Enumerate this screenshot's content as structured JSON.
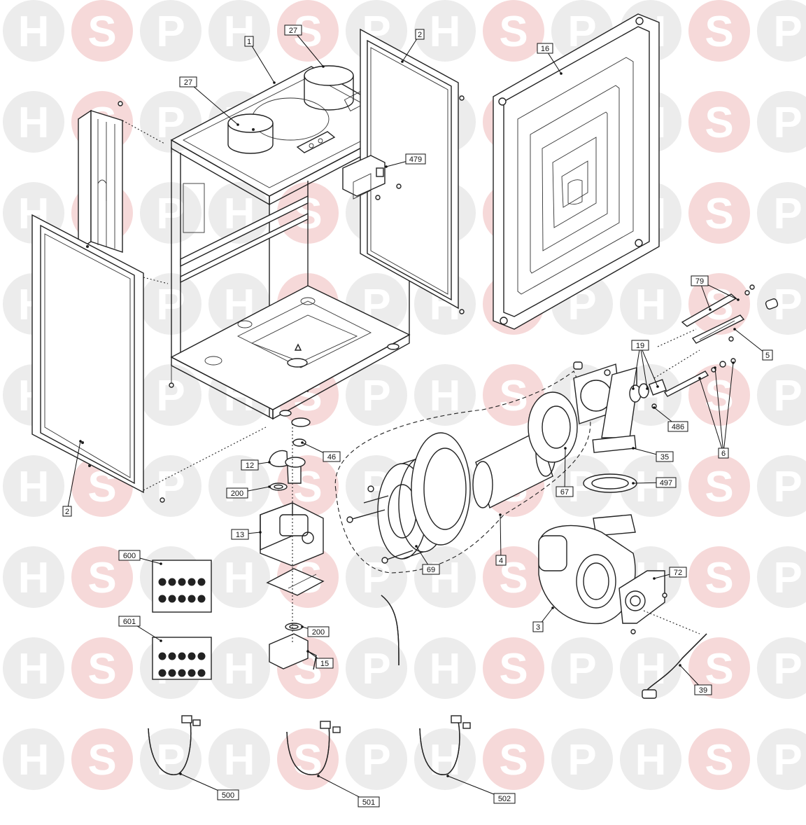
{
  "watermark": {
    "letters": [
      "H",
      "S",
      "P"
    ]
  },
  "colors": {
    "watermark_grey": "#ececec",
    "watermark_red": "#f6d9d9",
    "line": "#222222"
  },
  "callouts": [
    {
      "id": "c1",
      "text": "1"
    },
    {
      "id": "c27a",
      "text": "27"
    },
    {
      "id": "c27b",
      "text": "27"
    },
    {
      "id": "c2a",
      "text": "2"
    },
    {
      "id": "c16",
      "text": "16"
    },
    {
      "id": "c479",
      "text": "479"
    },
    {
      "id": "c79",
      "text": "79"
    },
    {
      "id": "c19",
      "text": "19"
    },
    {
      "id": "c5",
      "text": "5"
    },
    {
      "id": "c486",
      "text": "486"
    },
    {
      "id": "c6",
      "text": "6"
    },
    {
      "id": "c35",
      "text": "35"
    },
    {
      "id": "c497",
      "text": "497"
    },
    {
      "id": "c46",
      "text": "46"
    },
    {
      "id": "c12",
      "text": "12"
    },
    {
      "id": "c200a",
      "text": "200"
    },
    {
      "id": "c13",
      "text": "13"
    },
    {
      "id": "c2b",
      "text": "2"
    },
    {
      "id": "c67",
      "text": "67"
    },
    {
      "id": "c69",
      "text": "69"
    },
    {
      "id": "c4",
      "text": "4"
    },
    {
      "id": "c72",
      "text": "72"
    },
    {
      "id": "c3",
      "text": "3"
    },
    {
      "id": "c600",
      "text": "600"
    },
    {
      "id": "c601",
      "text": "601"
    },
    {
      "id": "c200b",
      "text": "200"
    },
    {
      "id": "c15",
      "text": "15"
    },
    {
      "id": "c39",
      "text": "39"
    },
    {
      "id": "c500",
      "text": "500"
    },
    {
      "id": "c501",
      "text": "501"
    },
    {
      "id": "c502",
      "text": "502"
    }
  ]
}
